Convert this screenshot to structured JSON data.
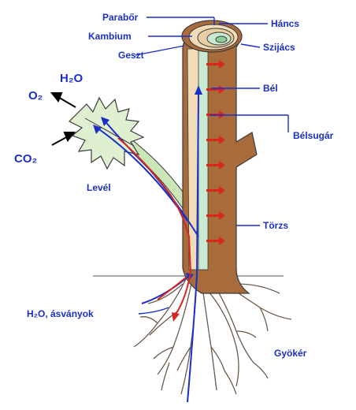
{
  "labels": {
    "parabor": "Parabőr",
    "kambium": "Kambium",
    "geszt": "Geszt",
    "hancs": "Háncs",
    "szijacs": "Szijács",
    "bel": "Bél",
    "belsugar": "Bélsugár",
    "level": "Levél",
    "torzs": "Törzs",
    "gyoker": "Gyökér",
    "ground_input": "H₂O, ásványok"
  },
  "chem": {
    "o2": "O₂",
    "h2o": "H₂O",
    "co2": "CO₂"
  },
  "colors": {
    "label_text": "#1b2fc9",
    "bark": "#a86c3c",
    "wood": "#f2dcb8",
    "pith": "#c9ead1",
    "water_flow": "#1b2fc9",
    "sugar_flow": "#d9261c",
    "leaf": "#dff0d0"
  }
}
